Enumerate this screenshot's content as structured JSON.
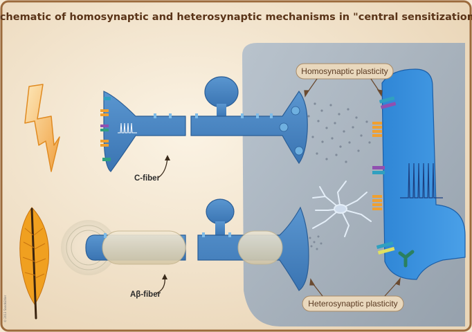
{
  "title": "Schematic of homosynaptic and heterosynaptic mechanisms in \"central sensitization\"",
  "labels": {
    "homosynaptic": "Homosynaptic plasticity",
    "heterosynaptic": "Heterosynaptic plasticity",
    "c_fiber": "C-fiber",
    "abeta_fiber": "Aβ-fiber",
    "copyright": "© 2013 Sandkühler"
  },
  "icons": {
    "pain_stimulus": "lightning-bolt-icon",
    "touch_stimulus": "feather-icon"
  },
  "colors": {
    "background": "#f4e7d2",
    "frame": "#9b6a3c",
    "neuron": "#3f7fc0",
    "neuron_dark": "#1f5a9a",
    "cns_region": "#9aa8b8",
    "postsynaptic": "#3f8fd8",
    "lightning": "#f0a040",
    "feather": "#e8921a",
    "myelin": "#e8dcc0",
    "receptor_orange": "#f0a030",
    "receptor_green": "#30a080",
    "receptor_purple": "#9050b0"
  }
}
